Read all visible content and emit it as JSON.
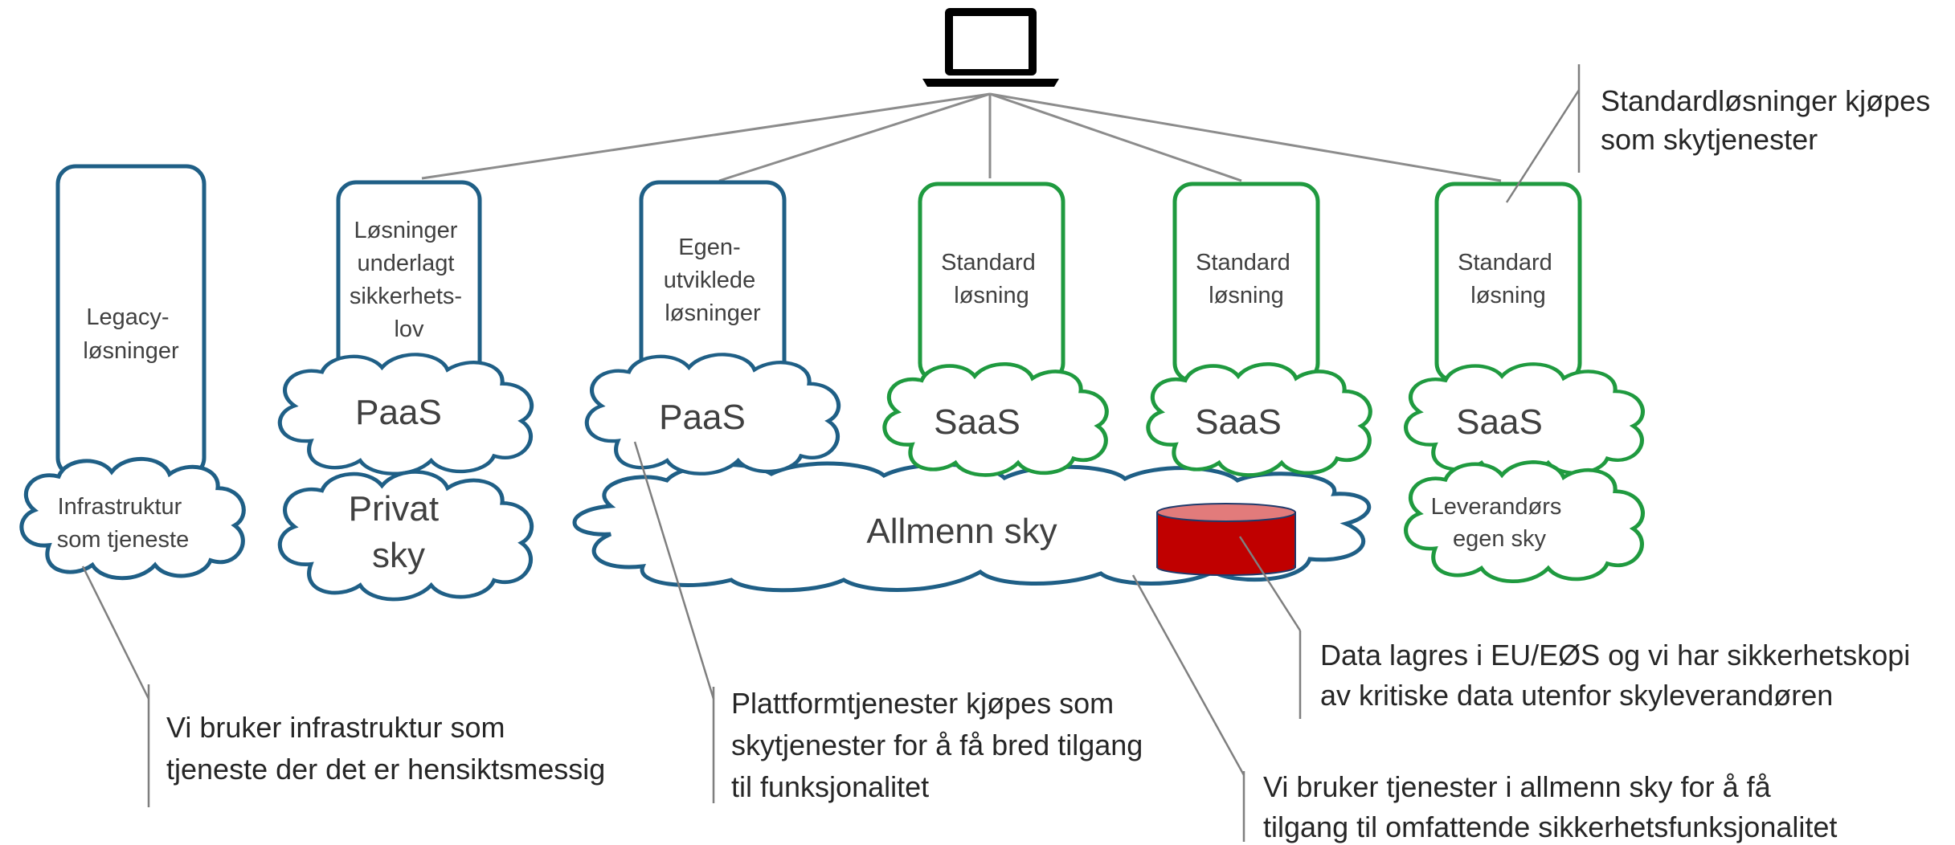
{
  "colors": {
    "blue": "#1f5f86",
    "green": "#1f9a3f",
    "connector": "#8c8c8c",
    "storage": "#c00000",
    "text": "#404040"
  },
  "icons": {
    "client": "laptop-icon",
    "storage": "database-cylinder-icon"
  },
  "boxes": [
    {
      "lines": [
        "Legacy-",
        "løsninger"
      ]
    },
    {
      "lines": [
        "Løsninger",
        "underlagt",
        "sikkerhets-",
        "lov"
      ]
    },
    {
      "lines": [
        "Egen-",
        "utviklede",
        "løsninger"
      ]
    },
    {
      "lines": [
        "Standard",
        "løsning"
      ]
    },
    {
      "lines": [
        "Standard",
        "løsning"
      ]
    },
    {
      "lines": [
        "Standard",
        "løsning"
      ]
    }
  ],
  "clouds": {
    "infra": [
      "Infrastruktur",
      "som tjeneste"
    ],
    "paas1": "PaaS",
    "privat": [
      "Privat",
      "sky"
    ],
    "paas2": "PaaS",
    "saas1": "SaaS",
    "saas2": "SaaS",
    "saas3": "SaaS",
    "leverandor": [
      "Leverandørs",
      "egen sky"
    ],
    "allmenn": "Allmenn sky"
  },
  "annotations": {
    "standard": [
      "Standardløsninger kjøpes",
      "som skytjenester"
    ],
    "infra": [
      "Vi bruker infrastruktur som",
      "tjeneste der det er hensiktsmessig"
    ],
    "plattform": [
      "Plattformtjenester kjøpes som",
      "skytjenester for å få bred tilgang",
      "til funksjonalitet"
    ],
    "data": [
      "Data lagres i EU/EØS og vi har sikkerhetskopi",
      "av kritiske data utenfor skyleverandøren"
    ],
    "allmenn": [
      "Vi bruker tjenester i allmenn sky for å få",
      "tilgang til omfattende sikkerhetsfunksjonalitet"
    ]
  }
}
